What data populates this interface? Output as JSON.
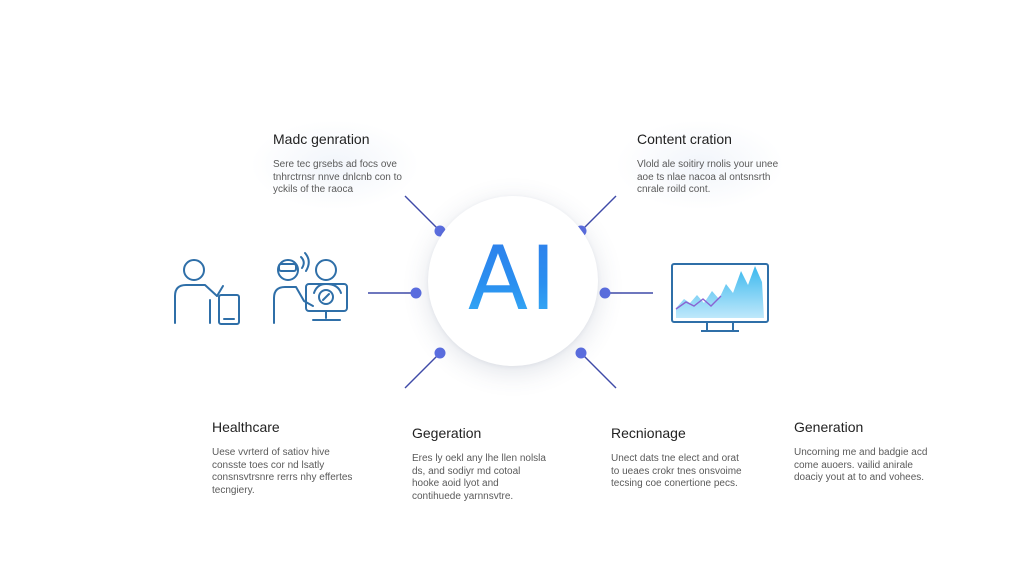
{
  "hub": {
    "label": "AI"
  },
  "blocks": [
    {
      "title": "Madc genration",
      "text": "Sere tec grsebs ad focs ove tnhrctrnsr nnve dnlcnb con to yckils of the raoca"
    },
    {
      "title": "Content cration",
      "text": "Vlold ale soitiry rnolis your unee aoe ts nlae nacoa al ontsnsrth cnrale roild cont."
    },
    {
      "title": "Healthcare",
      "text": "Uese vvrterd of satiov hive consste toes cor nd lsatly consnsvtrsnre rerrs nhy effertes tecngiery."
    },
    {
      "title": "Gegeration",
      "text": "Eres ly oekl any lhe llen nolsla ds, and sodiyr md cotoal hooke aoid lyot and contihuede yarnnsvtre."
    },
    {
      "title": "Recnionage",
      "text": "Unect dats tne elect and orat to ueaes crokr tnes onsvoime tecsing coe conertione pecs."
    },
    {
      "title": "Generation",
      "text": "Uncorning me and badgie acd come auoers. vailid anirale doaciy yout at to and vohees."
    }
  ],
  "colors": {
    "accent": "#2f80ed",
    "node": "#5b6ee1",
    "connector": "#3f4aa8",
    "icon_stroke": "#2f6fa8",
    "chart_fill": "#4cc3f0"
  },
  "icons": {
    "left": [
      "person-tablet-icon",
      "person-vr-computer-icon"
    ],
    "right": [
      "monitor-chart-icon"
    ]
  }
}
